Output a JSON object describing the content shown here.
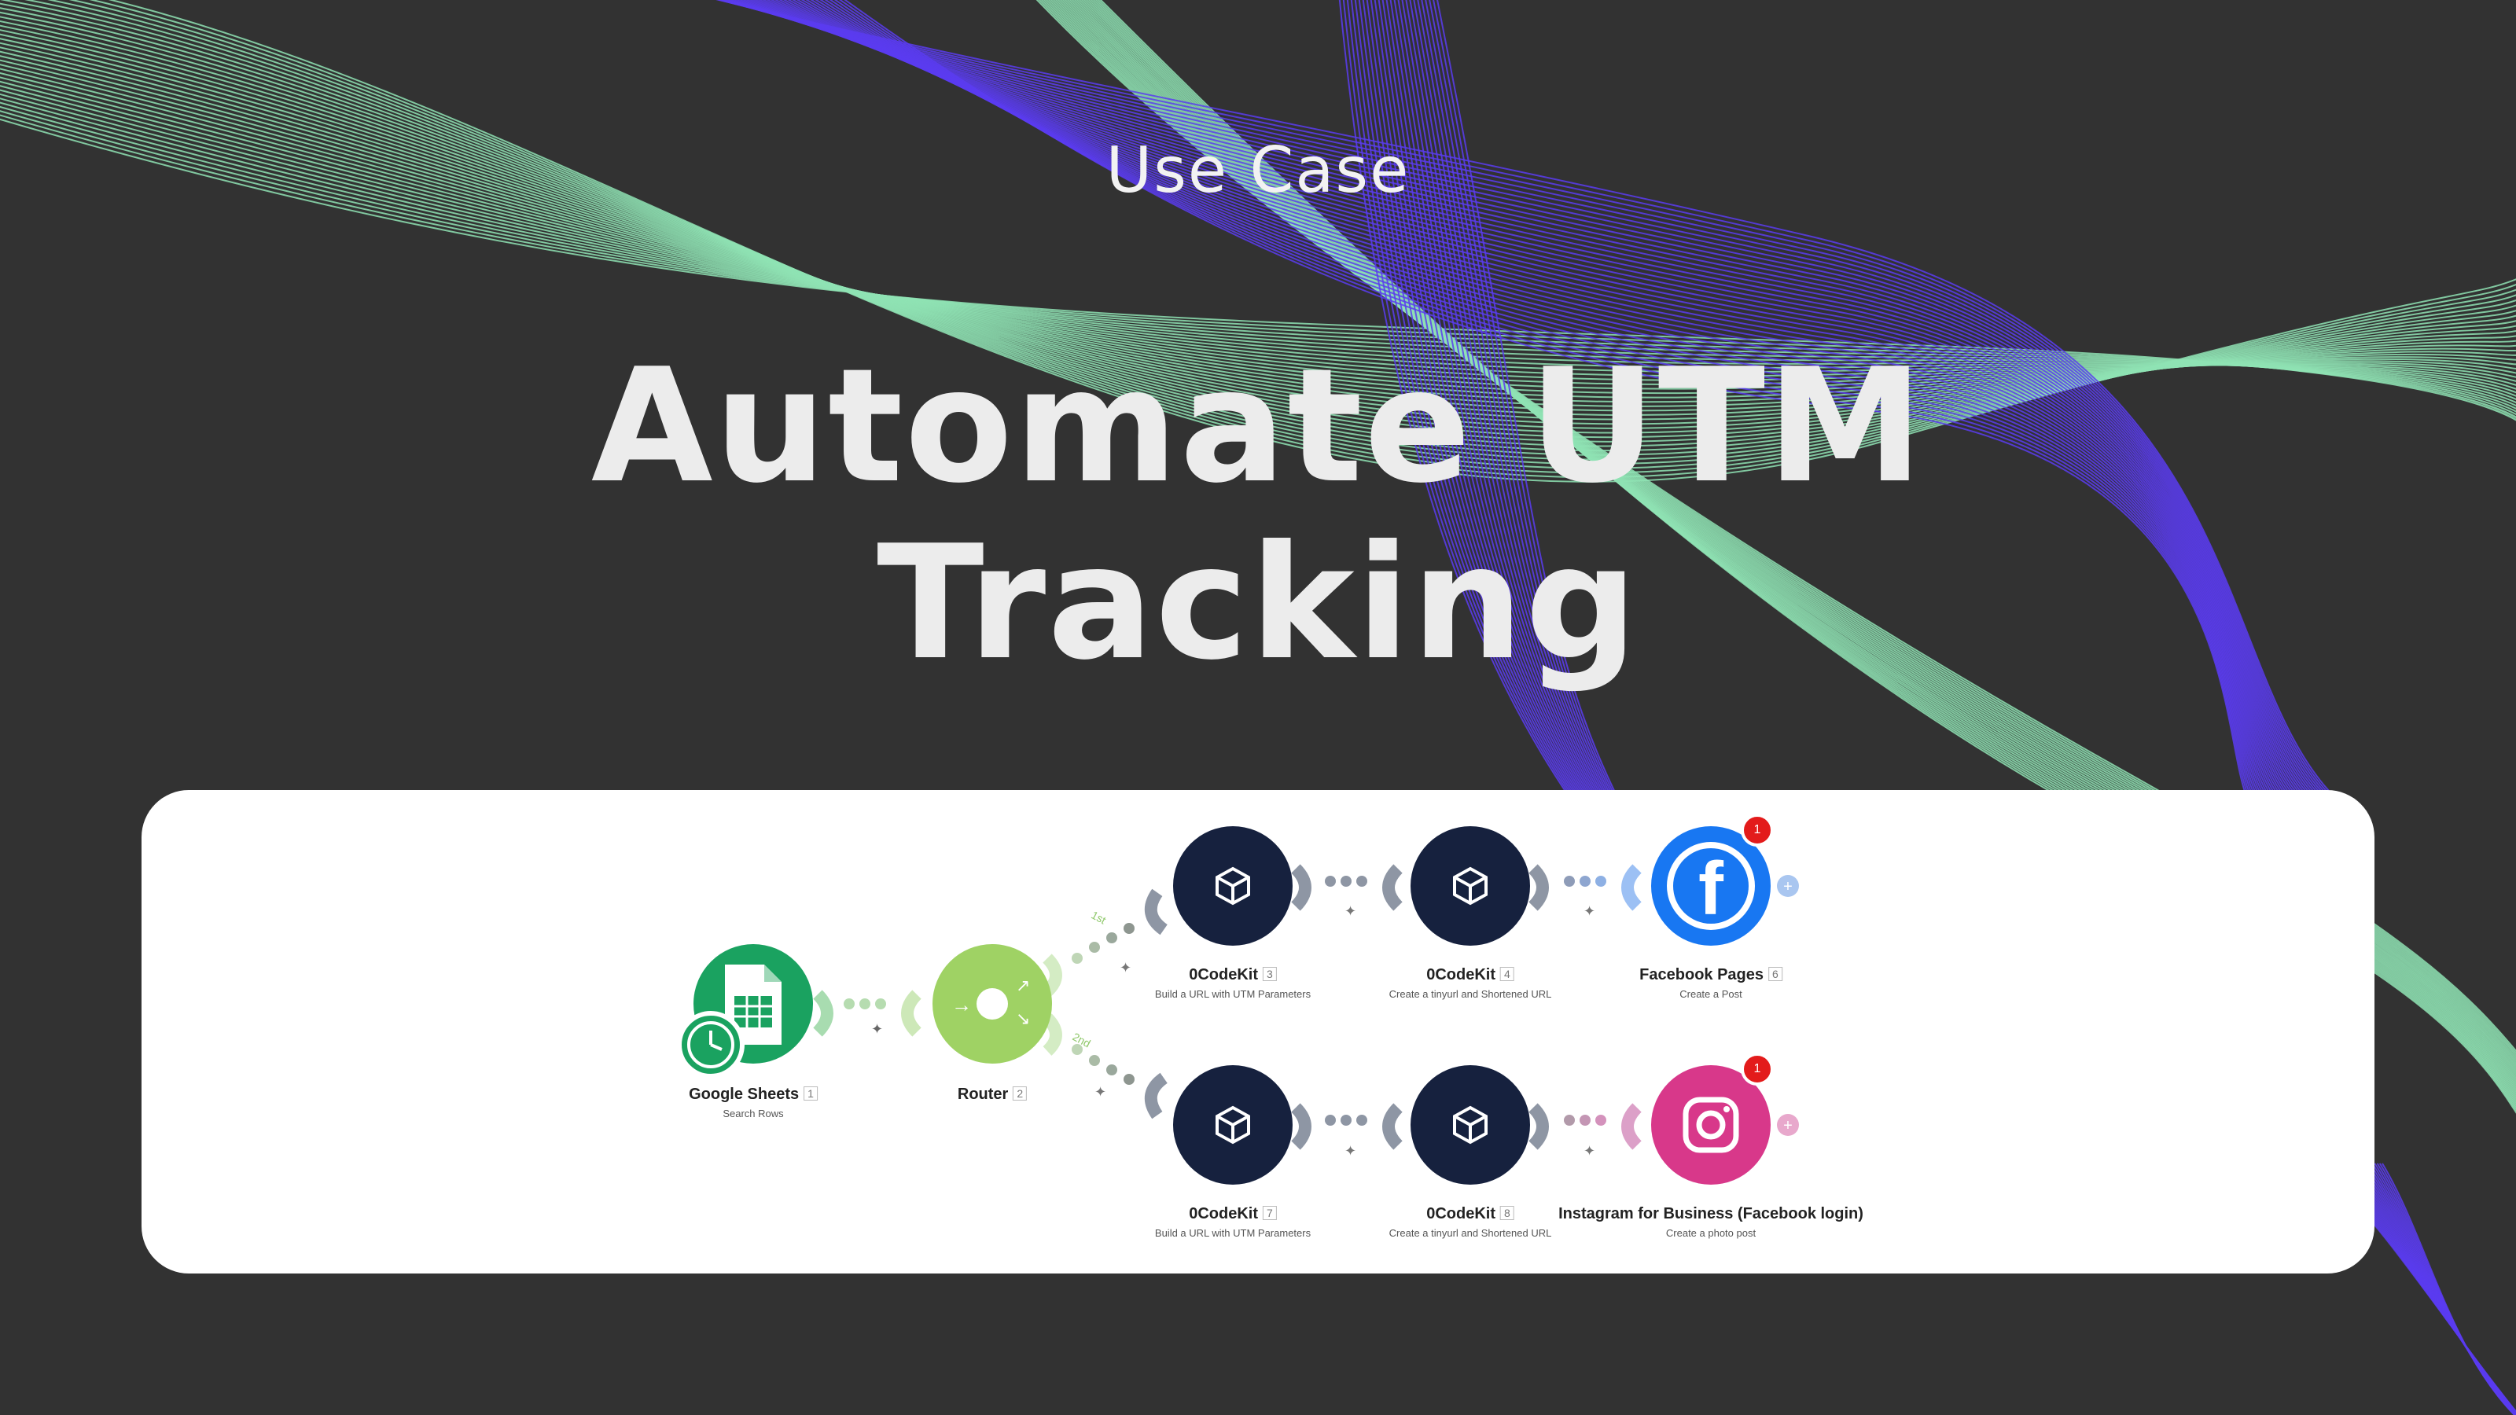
{
  "hero": {
    "eyebrow": "Use Case",
    "title_line1": "Automate UTM",
    "title_line2": "Tracking"
  },
  "colors": {
    "background": "#323232",
    "wave_green": "#8fe3b4",
    "wave_purple": "#5b3cf0",
    "card": "#ffffff"
  },
  "scenario": {
    "modules": [
      {
        "name": "Google Sheets",
        "num": "1",
        "sub": "Search Rows",
        "icon": "google-sheets-icon"
      },
      {
        "name": "Router",
        "num": "2",
        "sub": "",
        "icon": "router-icon"
      },
      {
        "name": "0CodeKit",
        "num": "3",
        "sub": "Build a URL with UTM Parameters",
        "icon": "cube-icon"
      },
      {
        "name": "0CodeKit",
        "num": "4",
        "sub": "Create a tinyurl and Shortened URL",
        "icon": "cube-icon"
      },
      {
        "name": "Facebook Pages",
        "num": "6",
        "sub": "Create a Post",
        "icon": "facebook-icon",
        "badge": "1"
      },
      {
        "name": "0CodeKit",
        "num": "7",
        "sub": "Build a URL with UTM Parameters",
        "icon": "cube-icon"
      },
      {
        "name": "0CodeKit",
        "num": "8",
        "sub": "Create a tinyurl and Shortened URL",
        "icon": "cube-icon"
      },
      {
        "name": "Instagram for Business (Facebook login)",
        "num": "",
        "sub": "Create a photo post",
        "icon": "instagram-icon",
        "badge": "1"
      }
    ],
    "routes": [
      "1st",
      "2nd"
    ]
  }
}
